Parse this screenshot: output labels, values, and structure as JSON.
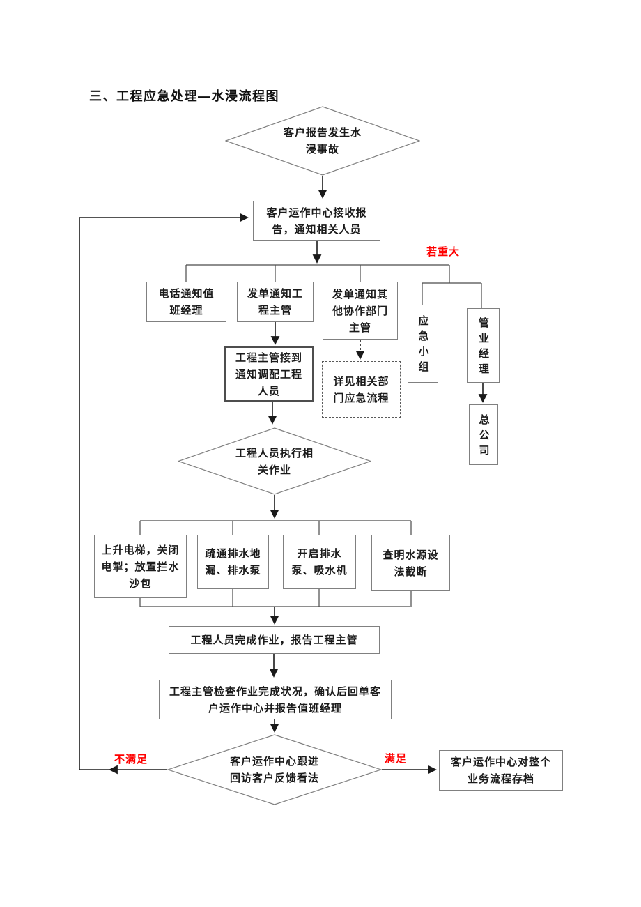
{
  "title": "三、工程应急处理—水浸流程图",
  "colors": {
    "connector": "#1a1a1a",
    "branch_line": "#4a4a4a",
    "box_border": "#808080",
    "emphasis_red": "#ff0000",
    "background": "#ffffff"
  },
  "nodes": {
    "start": "客户报告发生水\n浸事故",
    "receive": "客户运作中心接收报\n告，通知相关人员",
    "phone_notify": "电话通知值\n班经理",
    "order_engineering": "发单通知工\n程主管",
    "order_other_depts": "发单通知其\n他协作部门\n主管",
    "dispatch": "工程主管接到\n通知调配工程\n人员",
    "see_related_process": "详见相关部\n门应急流程",
    "emergency_team": "应急小组",
    "property_manager": "管业经理",
    "head_office": "总公司",
    "execute": "工程人员执行相\n关作业",
    "elevator": "上升电梯，关闭\n电掣；放置拦水\n沙包",
    "drain": "疏通排水地\n漏、排水泵",
    "pump": "开启排水\n泵、吸水机",
    "water_source": "查明水源设\n法截断",
    "complete": "工程人员完成作业，报告工程主管",
    "check": "工程主管检查作业完成状况，确认后回单客\n户运作中心并报告值班经理",
    "followup": "客户运作中心跟进\n回访客户反馈看法",
    "archive": "客户运作中心对整个\n业务流程存档"
  },
  "edge_labels": {
    "if_major": "若重大",
    "not_satisfied": "不满足",
    "satisfied": "满足"
  }
}
